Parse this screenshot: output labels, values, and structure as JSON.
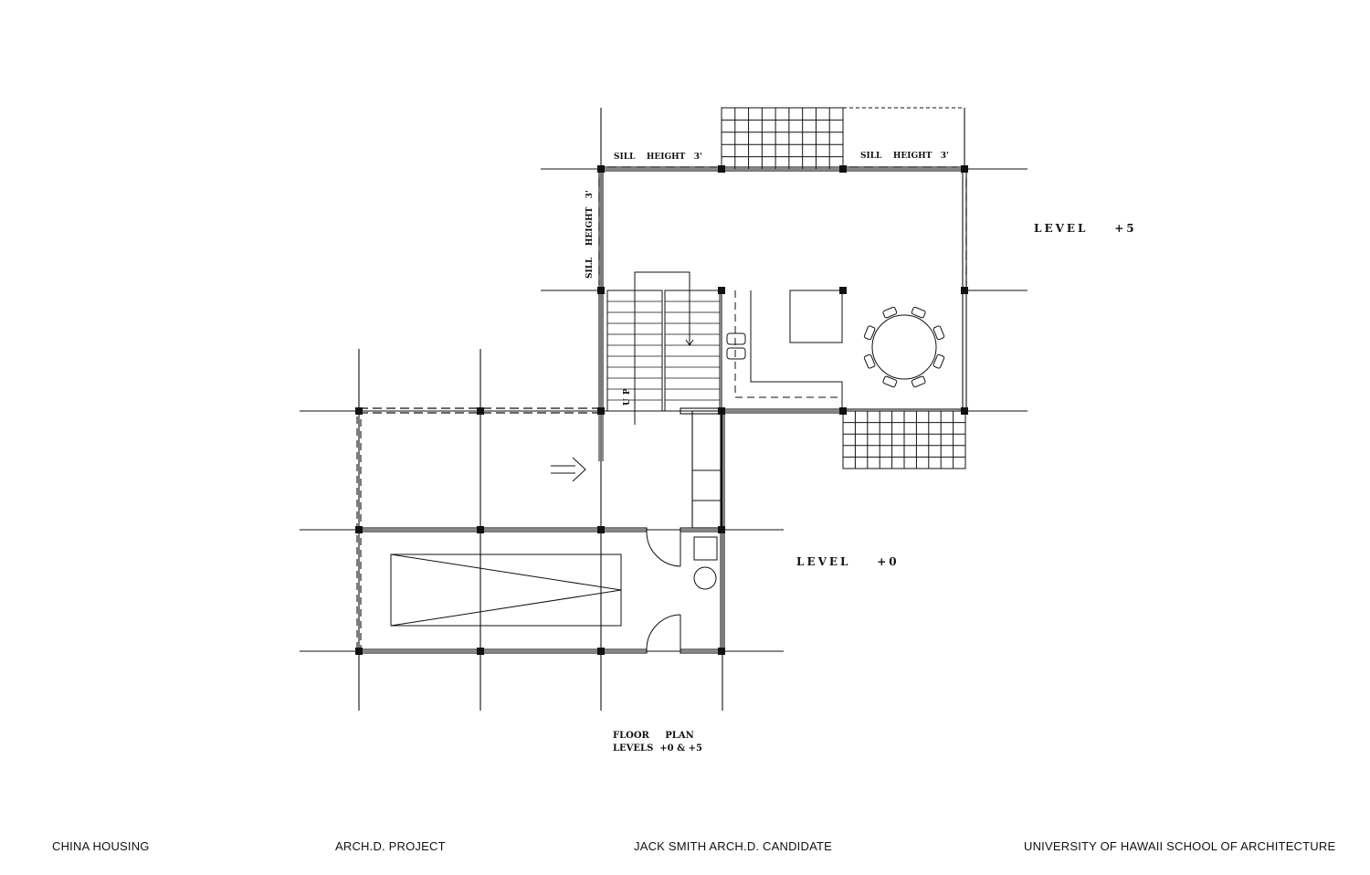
{
  "labels": {
    "sill_height_top_left": "SILL    HEIGHT   3'",
    "sill_height_top_right": "SILL    HEIGHT   3'",
    "sill_height_vertical": "SILL    HEIGHT   3'",
    "level_plus5": "LEVEL    +5",
    "level_plus0": "LEVEL    +0",
    "stair_up": "UP",
    "plan_title_line1": "FLOOR     PLAN",
    "plan_title_line2": "LEVELS  +0 & +5"
  },
  "footer": {
    "project": "CHINA HOUSING",
    "type": "ARCH.D. PROJECT",
    "author": "JACK SMITH ARCH.D. CANDIDATE",
    "school": "UNIVERSITY OF HAWAII SCHOOL OF ARCHITECTURE"
  }
}
